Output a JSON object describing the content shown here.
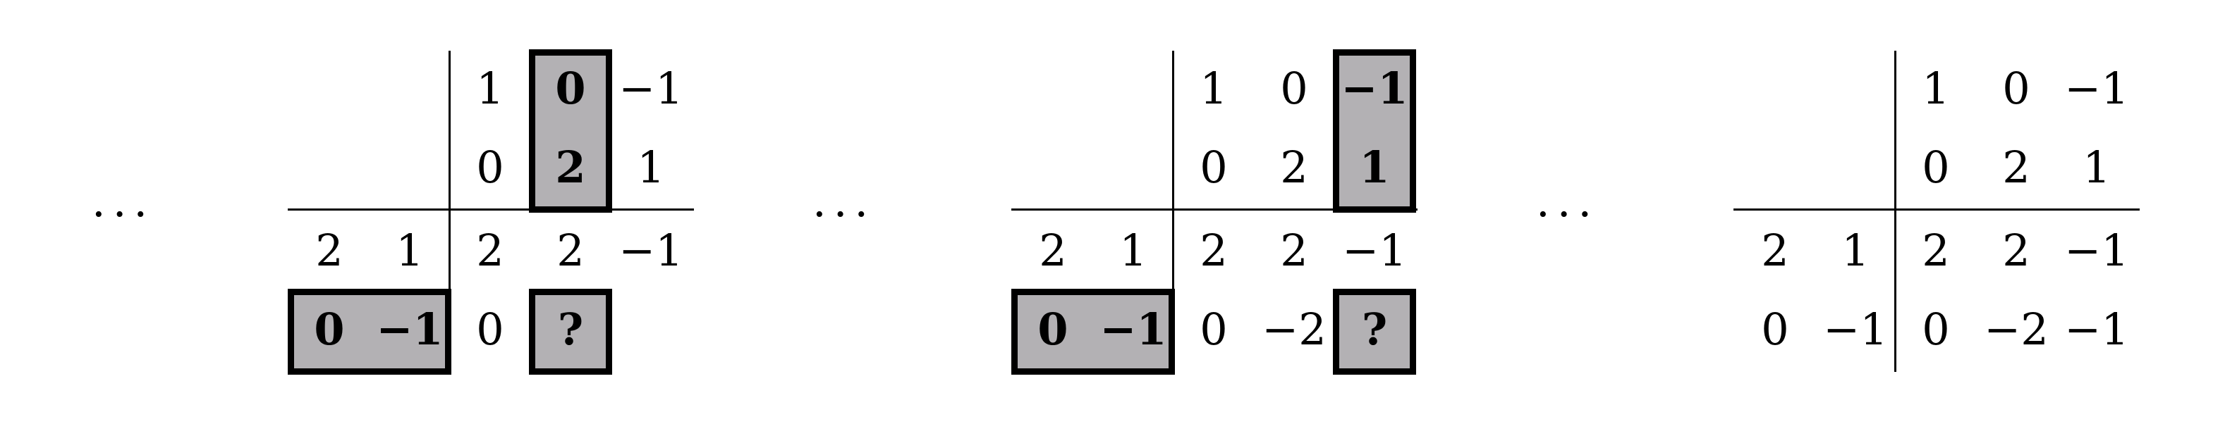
{
  "ellipsis": "...",
  "panels": [
    {
      "top": [
        [
          "1",
          "0",
          "−1"
        ],
        [
          "0",
          "2",
          "1"
        ]
      ],
      "left": [
        [
          "2",
          "1"
        ],
        [
          "0",
          "−1"
        ]
      ],
      "body": [
        [
          "2",
          "2",
          "−1"
        ],
        [
          "0",
          "?",
          ""
        ]
      ],
      "highlight_col": 1
    },
    {
      "top": [
        [
          "1",
          "0",
          "−1"
        ],
        [
          "0",
          "2",
          "1"
        ]
      ],
      "left": [
        [
          "2",
          "1"
        ],
        [
          "0",
          "−1"
        ]
      ],
      "body": [
        [
          "2",
          "2",
          "−1"
        ],
        [
          "0",
          "−2",
          "?"
        ]
      ],
      "highlight_col": 2
    },
    {
      "top": [
        [
          "1",
          "0",
          "−1"
        ],
        [
          "0",
          "2",
          "1"
        ]
      ],
      "left": [
        [
          "2",
          "1"
        ],
        [
          "0",
          "−1"
        ]
      ],
      "body": [
        [
          "2",
          "2",
          "−1"
        ],
        [
          "0",
          "−2",
          "−1"
        ]
      ],
      "highlight_col": null
    }
  ],
  "colors": {
    "highlight_fill": "#b3b1b4",
    "line": "#000000"
  }
}
